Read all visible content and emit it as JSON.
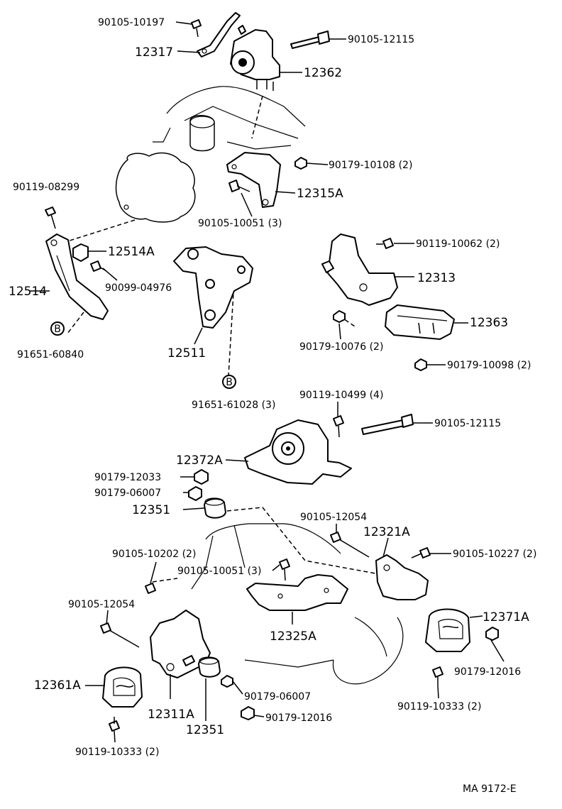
{
  "labels": {
    "p_90105_10197": "90105-10197",
    "p_12317": "12317",
    "p_90105_12115_top": "90105-12115",
    "p_12362": "12362",
    "p_90179_10108": "90179-10108 (2)",
    "p_90119_08299": "90119-08299",
    "p_12315a": "12315A",
    "p_90105_10051_a": "90105-10051 (3)",
    "p_90119_10062": "90119-10062 (2)",
    "p_12514a": "12514A",
    "p_12313": "12313",
    "p_90099_04976": "90099-04976",
    "p_12514": "12514",
    "p_12363": "12363",
    "p_91651_60840": "91651-60840",
    "p_12511": "12511",
    "p_90179_10076": "90179-10076 (2)",
    "p_90179_10098": "90179-10098 (2)",
    "p_91651_61028": "91651-61028 (3)",
    "p_90119_10499": "90119-10499 (4)",
    "p_90105_12115_mid": "90105-12115",
    "p_12372a": "12372A",
    "p_90179_12033": "90179-12033",
    "p_90179_06007_a": "90179-06007",
    "p_12351_a": "12351",
    "p_90105_12054_a": "90105-12054",
    "p_12321a": "12321A",
    "p_90105_10202": "90105-10202 (2)",
    "p_90105_10227": "90105-10227 (2)",
    "p_90105_10051_b": "90105-10051 (3)",
    "p_90105_12054_b": "90105-12054",
    "p_12371a": "12371A",
    "p_12325a": "12325A",
    "p_90179_12016_a": "90179-12016",
    "p_12361a": "12361A",
    "p_90179_06007_b": "90179-06007",
    "p_12311a": "12311A",
    "p_90119_10333_a": "90119-10333 (2)",
    "p_90179_12016_b": "90179-12016",
    "p_12351_b": "12351",
    "p_90119_10333_b": "90119-10333 (2)",
    "marker_b": "B",
    "figure_code": "MA 9172-E"
  }
}
